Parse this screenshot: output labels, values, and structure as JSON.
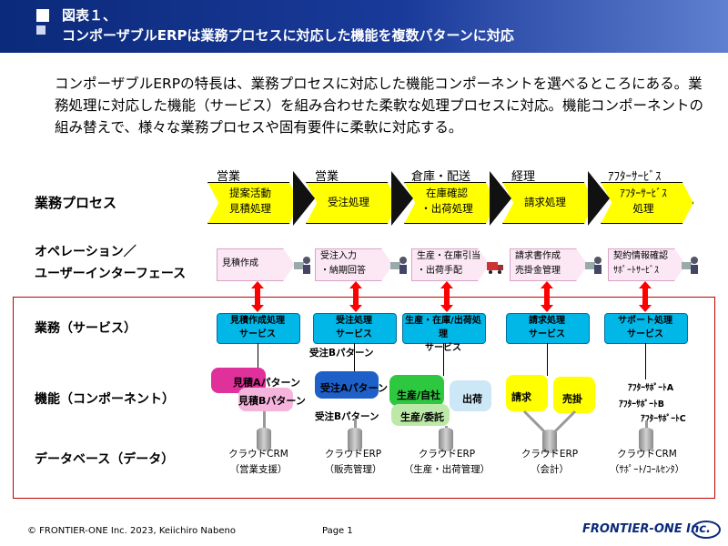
{
  "header": {
    "line1": "図表１、",
    "line2": "コンポーザブルERPは業務プロセスに対応した機能を複数パターンに対応"
  },
  "intro": "コンポーザブルERPの特長は、業務プロセスに対応した機能コンポーネントを選べるところにある。業務処理に対応した機能（サービス）を組み合わせた柔軟な処理プロセスに対応。機能コンポーネントの組み替えで、様々な業務プロセスや固有要件に柔軟に対応する。",
  "rows": {
    "process": "業務プロセス",
    "ops_l1": "オペレーション／",
    "ops_l2": "ユーザーインターフェース",
    "service": "業務（サービス）",
    "function": "機能（コンポーネント）",
    "database": "データベース（データ）"
  },
  "categories": [
    "営業",
    "営業",
    "倉庫・配送",
    "経理",
    "ｱﾌﾀｰｻｰﾋﾞｽ"
  ],
  "processes": [
    {
      "l1": "提案活動",
      "l2": "見積処理"
    },
    {
      "l1": "受注処理",
      "l2": ""
    },
    {
      "l1": "在庫確認",
      "l2": "・出荷処理"
    },
    {
      "l1": "請求処理",
      "l2": ""
    },
    {
      "l1": "ｱﾌﾀｰｻｰﾋﾞｽ",
      "l2": "処理"
    }
  ],
  "operations": [
    {
      "l1": "見積作成",
      "l2": ""
    },
    {
      "l1": "受注入力",
      "l2": "・納期回答"
    },
    {
      "l1": "生産・在庫引当",
      "l2": "・出荷手配"
    },
    {
      "l1": "請求書作成",
      "l2": "売掛金管理"
    },
    {
      "l1": "契約情報確認",
      "l2": "ｻﾎﾟｰﾄｻｰﾋﾞｽ"
    }
  ],
  "services": [
    {
      "l1": "見積作成処理",
      "l2": "サービス"
    },
    {
      "l1": "受注処理",
      "l2": "サービス"
    },
    {
      "l1": "生産・在庫/出荷処理",
      "l2": "サービス"
    },
    {
      "l1": "請求処理",
      "l2": "サービス"
    },
    {
      "l1": "サポート処理",
      "l2": "サービス"
    }
  ],
  "components": {
    "juchuB_top": "受注Bパターン",
    "mitsumoriA": "見積Aパターン",
    "mitsumoriB": "見積Bパターン",
    "juchuA": "受注Aパターン",
    "juchuB_bottom": "受注Bパターン",
    "seisanJisha": "生産/自社",
    "seisanItaku": "生産/委託",
    "shukka": "出荷",
    "seikyu": "請求",
    "urikake": "売掛",
    "afterA": "ｱﾌﾀｰｻﾎﾟｰﾄA",
    "afterB": "ｱﾌﾀｰｻﾎﾟｰﾄB",
    "afterC": "ｱﾌﾀｰｻﾎﾟｰﾄC"
  },
  "databases": [
    {
      "l1": "クラウドCRM",
      "l2": "（営業支援）"
    },
    {
      "l1": "クラウドERP",
      "l2": "（販売管理）"
    },
    {
      "l1": "クラウドERP",
      "l2": "（生産・出荷管理）"
    },
    {
      "l1": "クラウドERP",
      "l2": "（会計）"
    },
    {
      "l1": "クラウドCRM",
      "l2": "（ｻﾎﾟｰﾄ/ｺｰﾙｾﾝﾀ）"
    }
  ],
  "footer": {
    "copyright": "© FRONTIER-ONE Inc. 2023,  Keiichiro  Nabeno",
    "page": "Page 1",
    "logo": "FRONTIER-ONE Inc."
  },
  "colors": {
    "header": "#0b2a7a",
    "process": "#ffff00",
    "operation": "#fbe8f4",
    "service": "#00b7e8",
    "frame": "#c00000",
    "arrow": "#ff0000"
  }
}
